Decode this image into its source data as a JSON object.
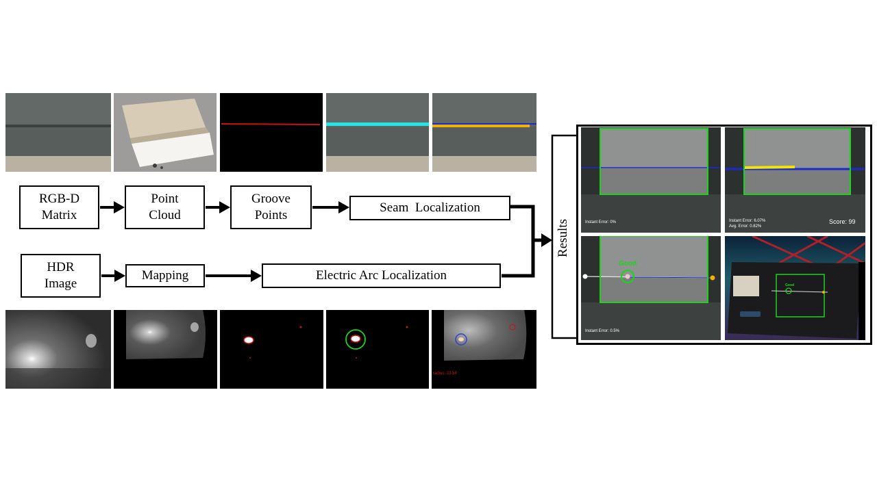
{
  "pipeline_boxes": {
    "rgbd": "RGB-D\nMatrix",
    "point_cloud": "Point\nCloud",
    "groove_points": "Groove\nPoints",
    "seam_localization": "Seam  Localization",
    "hdr_image": "HDR\nImage",
    "mapping": "Mapping",
    "arc_localization": "Electric Arc Localization"
  },
  "results_label": "Results",
  "result_panels": {
    "p1_error": "Instant Error: 0%",
    "p2_error1": "Instant Error: 6.07%",
    "p2_error2": "Avg. Error: 0.82%",
    "p2_score": "Score: 99",
    "p3_good": "Good",
    "p3_error": "Instant Error: 0.5%",
    "vr_good": "Good"
  },
  "arc_radius_text": "radius: 33.54",
  "colors": {
    "seam_red": "#cc1111",
    "seam_cyan": "#22e6e6",
    "seam_yellow": "#f0b400",
    "frame_green": "#1ed21e",
    "line_blue": "#1a2ad0",
    "border": "#000000"
  }
}
